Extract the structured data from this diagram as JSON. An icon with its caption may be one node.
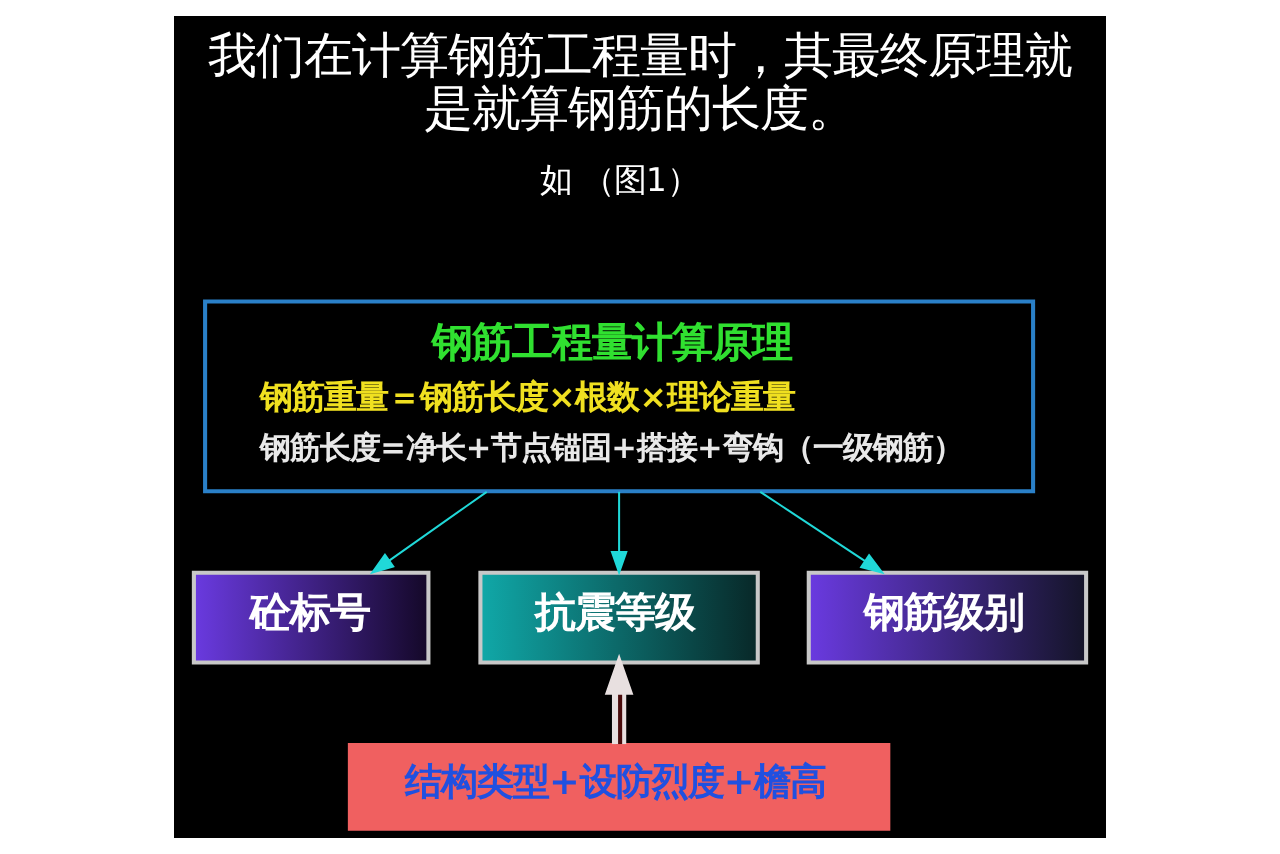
{
  "diagram": {
    "title": "我们在计算钢筋工程量时，其最终原理就是就算钢筋的长度。",
    "nodes": [
      {
        "text": [
          "钢筋工程量计算原理",
          "钢筋重量＝钢筋长度×根数×理论重量",
          "钢筋长度=净长+节点锚固+搭接+弯钩（一级钢筋）"
        ]
      },
      {
        "text": [
          "砼标号"
        ]
      },
      {
        "text": [
          "抗震等级"
        ]
      },
      {
        "text": [
          "钢筋级别"
        ]
      },
      {
        "text": [
          "结构类型+设防烈度+檐高"
        ]
      }
    ],
    "edges": [
      {
        "from": 0,
        "to": 1,
        "arrow": "to"
      },
      {
        "from": 0,
        "to": 2,
        "arrow": "to"
      },
      {
        "from": 0,
        "to": 3,
        "arrow": "to"
      },
      {
        "from": 4,
        "to": 2,
        "arrow": "to",
        "style": "thick",
        "color": "#e8e0e0"
      }
    ],
    "labels": [
      "如 （图1）"
    ]
  }
}
